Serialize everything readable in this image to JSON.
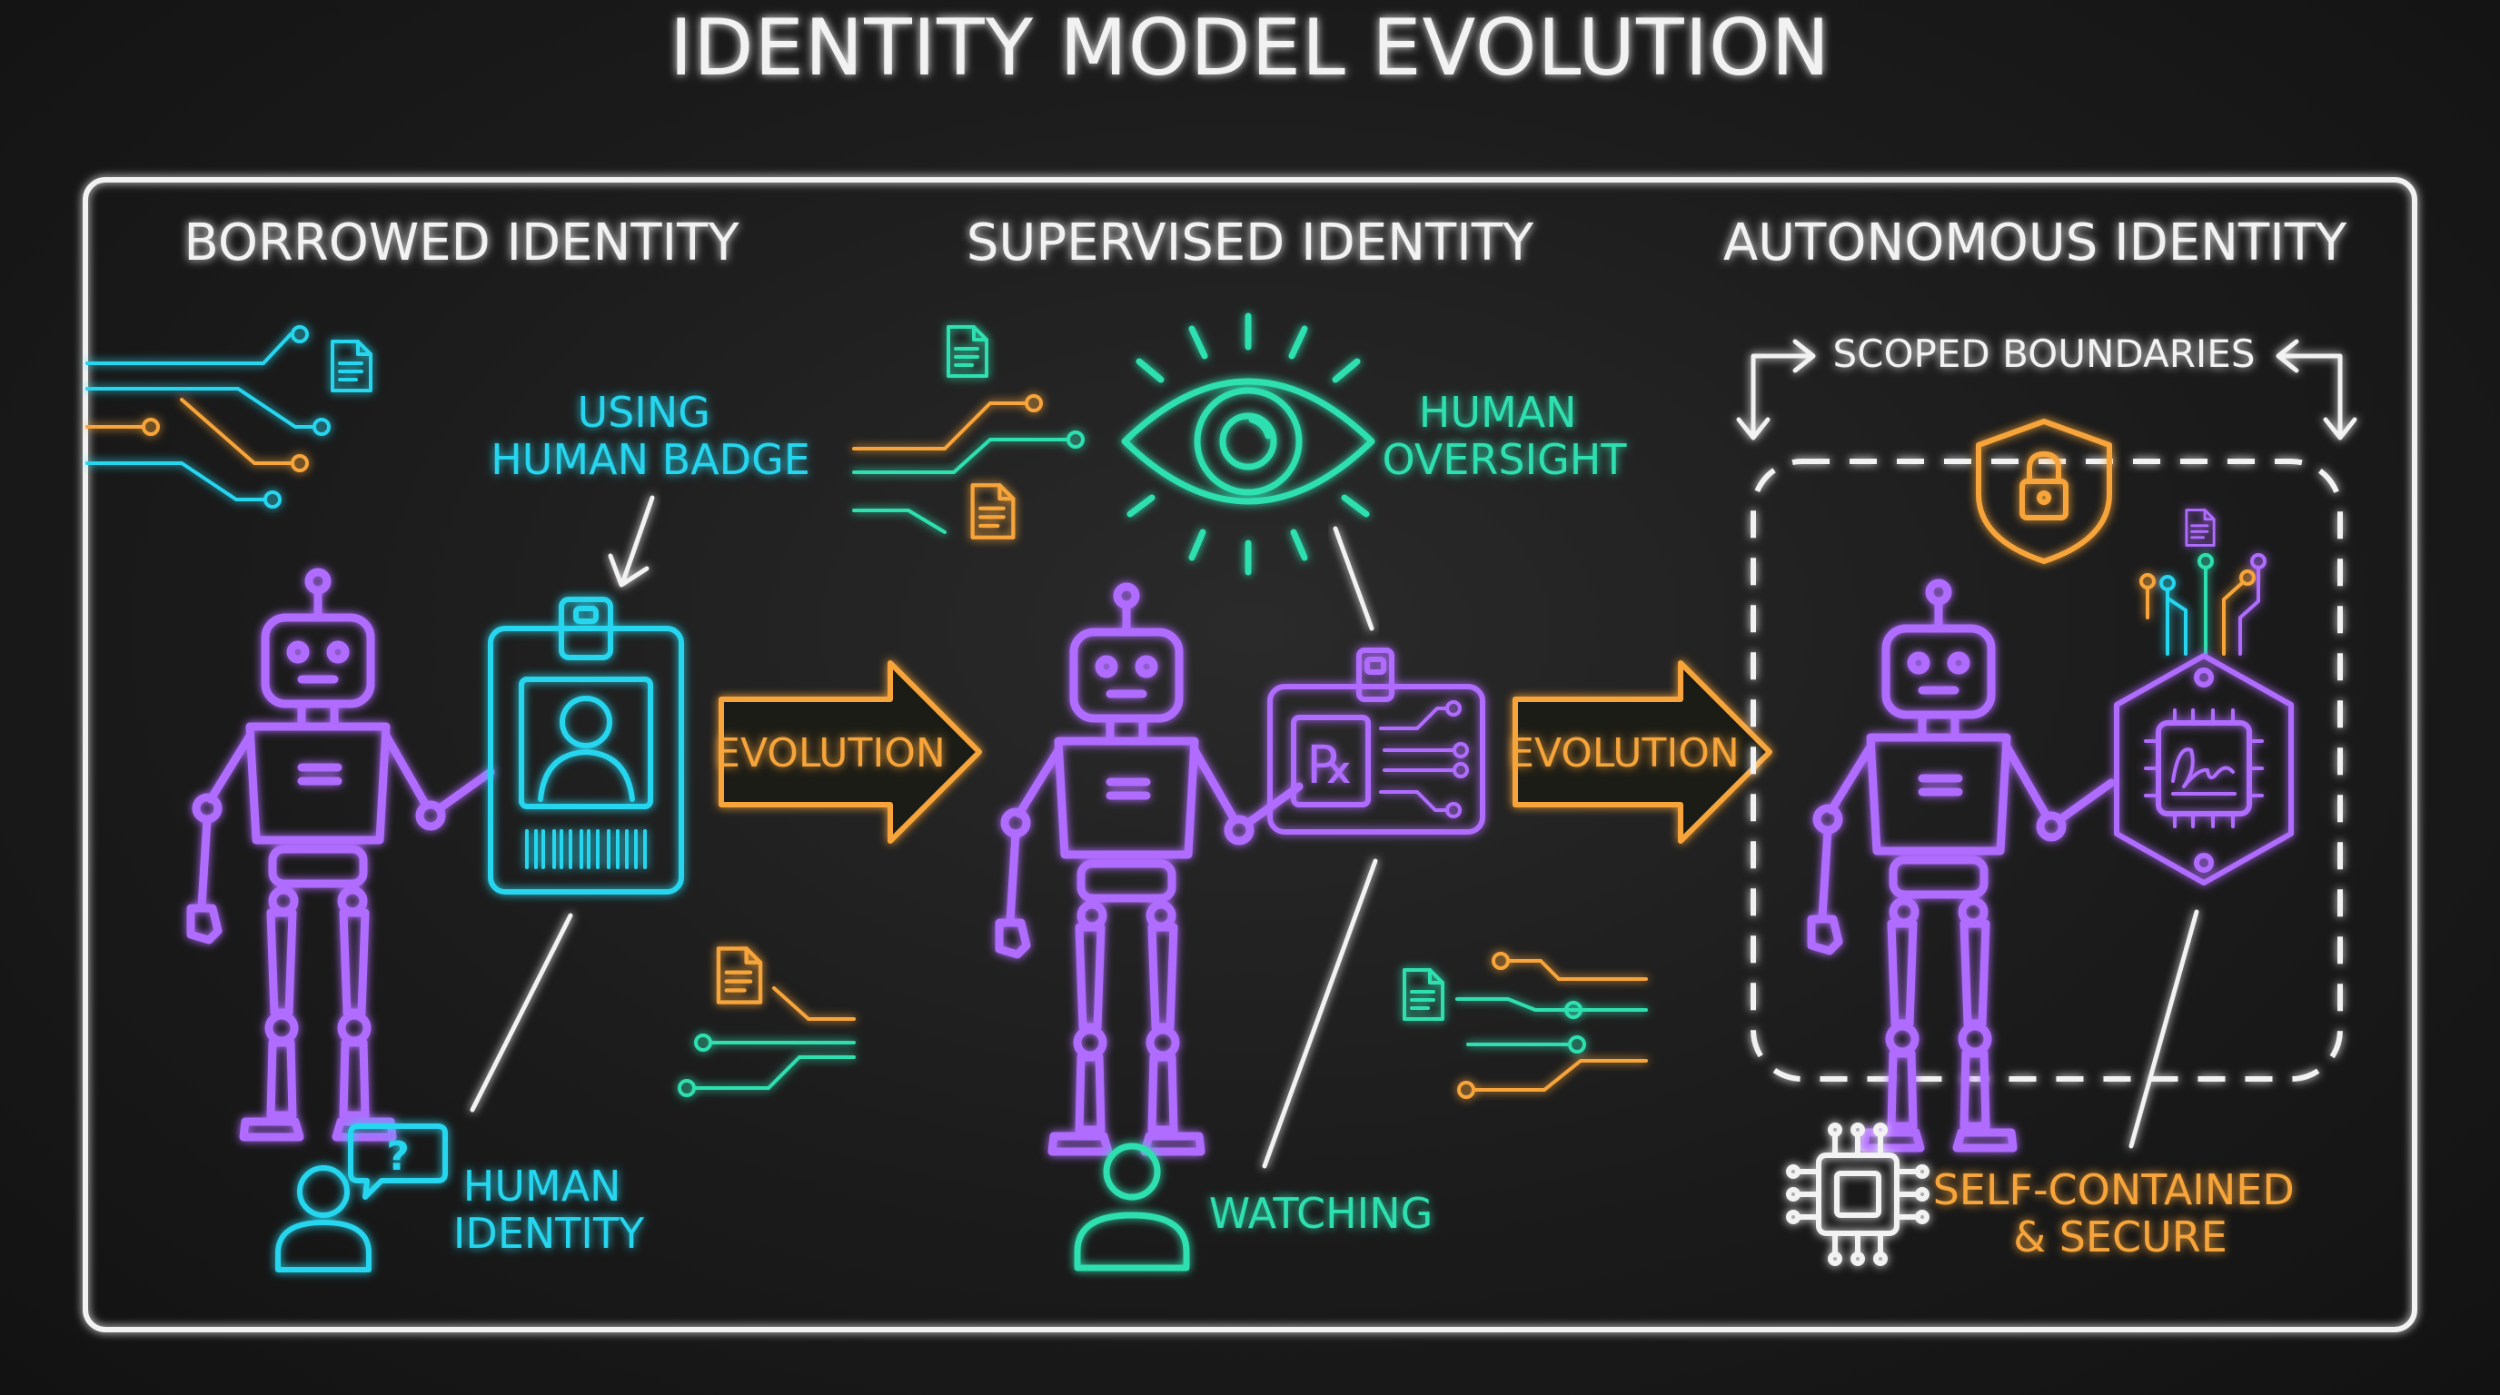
{
  "title": "IDENTITY MODEL EVOLUTION",
  "colors": {
    "white": "#f2f2f2",
    "cyan": "#25d6ef",
    "purple": "#b06cff",
    "orange": "#f7a53a",
    "green": "#2fe0b0"
  },
  "panels": [
    {
      "heading": "BORROWED IDENTITY",
      "callout": [
        "USING",
        "HUMAN BADGE"
      ],
      "bottom_label": [
        "HUMAN",
        "IDENTITY"
      ],
      "icons": [
        "robot-icon",
        "id-badge-icon",
        "person-question-icon",
        "document-icon",
        "circuit-traces-icon"
      ]
    },
    {
      "heading": "SUPERVISED IDENTITY",
      "callout": [
        "HUMAN",
        "OVERSIGHT"
      ],
      "bottom_label": [
        "WATCHING"
      ],
      "icons": [
        "robot-icon",
        "eye-icon",
        "prescription-badge-icon",
        "person-icon",
        "document-icon"
      ]
    },
    {
      "heading": "AUTONOMOUS IDENTITY",
      "callout": [
        "SCOPED BOUNDARIES"
      ],
      "bottom_label": [
        "SELF-CONTAINED",
        "& SECURE"
      ],
      "icons": [
        "robot-icon",
        "shield-lock-icon",
        "signed-chip-hexagon-icon",
        "microchip-icon",
        "document-icon"
      ]
    }
  ],
  "arrows": [
    {
      "label": "EVOLUTION"
    },
    {
      "label": "EVOLUTION"
    }
  ]
}
